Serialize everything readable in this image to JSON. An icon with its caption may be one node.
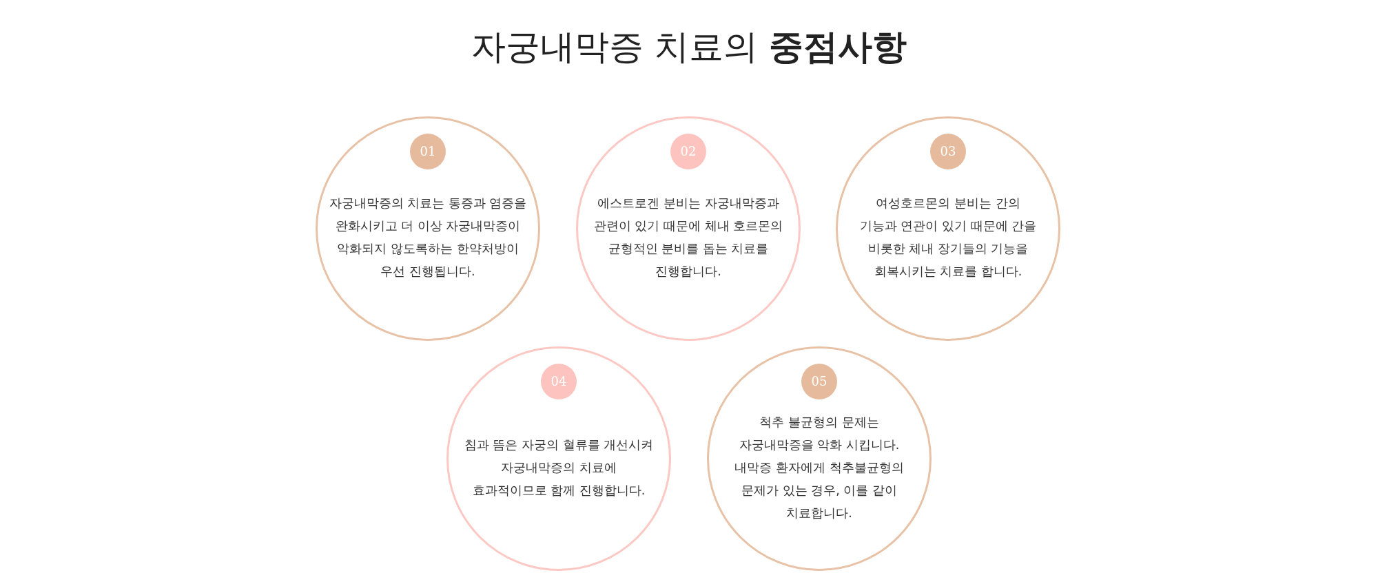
{
  "diagram": {
    "title": "자궁내막증 치료의 **중점사항**",
    "nodes": [
      {
        "text": [
          "01",
          "자궁내막증의 치료는 통증과 염증을 완화시키고 더 이상 자궁내막증이 악화되지 않도록하는 한약처방이 우선 진행됩니다."
        ]
      },
      {
        "text": [
          "02",
          "에스트로겐 분비는 자궁내막증과 관련이 있기 때문에 체내 호르몬의 균형적인 분비를 돕는 치료를 진행합니다."
        ]
      },
      {
        "text": [
          "03",
          "여성호르몬의 분비는 간의 기능과 연관이 있기 때문에 간을 비롯한 체내 장기들의 기능을 회복시키는 치료를 합니다."
        ]
      },
      {
        "text": [
          "04",
          "침과 뜸은 자궁의 혈류를 개선시켜 자궁내막증의 치료에 효과적이므로 함께 진행합니다."
        ]
      },
      {
        "text": [
          "05",
          "척추 불균형의 문제는 자궁내막증을 악화 시킵니다. 내막증 환자에게 척추불균형의 문제가 있는 경우, 이를 같이 치료합니다."
        ]
      }
    ]
  }
}
